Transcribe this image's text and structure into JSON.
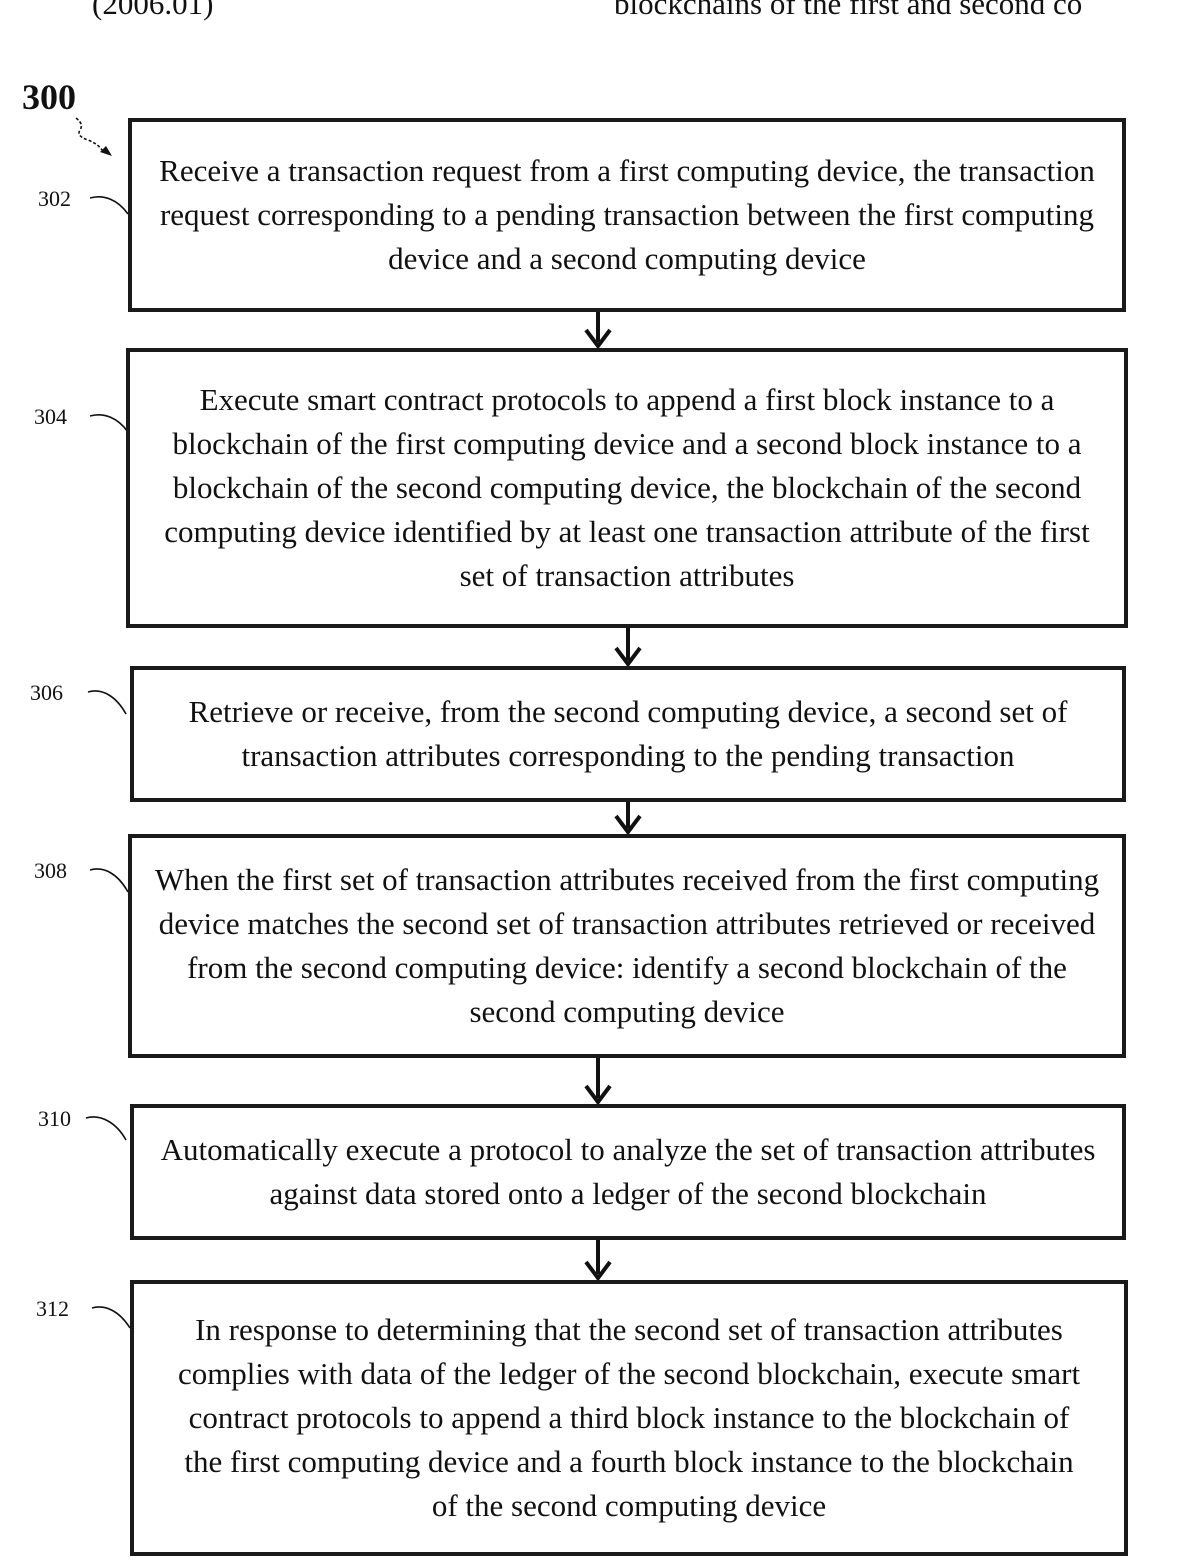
{
  "header": {
    "left_fragment": "(2006.01)",
    "right_fragment": "blockchains of the first and second co"
  },
  "figure_label": "300",
  "steps": [
    {
      "ref": "302",
      "text": "Receive a transaction request from a first computing device, the transaction request corresponding to a pending transaction between the first computing device and a second computing device"
    },
    {
      "ref": "304",
      "text": "Execute smart contract protocols to append a first block instance to a blockchain of the first computing device and a second block instance to a blockchain of the second computing device, the blockchain of the second computing device identified by at least one transaction attribute of the first set of transaction attributes"
    },
    {
      "ref": "306",
      "text": "Retrieve or receive, from the second computing device, a second set of transaction attributes corresponding to the pending transaction"
    },
    {
      "ref": "308",
      "text": "When the first set of transaction attributes received from the first computing device matches the second set of transaction attributes retrieved or received from the second computing device: identify a second blockchain of the second computing device"
    },
    {
      "ref": "310",
      "text": "Automatically execute a protocol to analyze the set of transaction attributes against data stored onto a ledger of the second blockchain"
    },
    {
      "ref": "312",
      "text": "In response to determining that the second set of transaction attributes complies with data of the ledger of the second blockchain, execute smart contract protocols to append a third block instance to the blockchain of the first computing device and a fourth block instance to the blockchain of the second computing device"
    }
  ]
}
